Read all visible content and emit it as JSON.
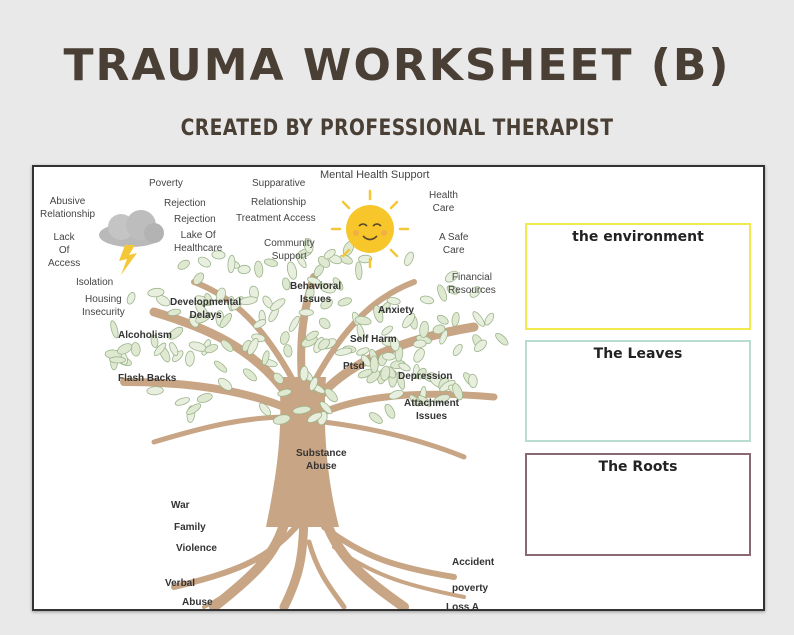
{
  "title": "TRAUMA WORKSHEET (B)",
  "subtitle": "CREATED BY PROFESSIONAL THERAPIST",
  "environment_words": {
    "abusive_relationship": "Abusive\nRelationship",
    "lack_of_access": "Lack\nOf\nAccess",
    "poverty": "Poverty",
    "rejection1": "Rejection",
    "rejection2": "Rejection",
    "lake_of_healthcare": "Lake Of\nHealthcare",
    "supparative": "Supparative",
    "relationship": "Relationship",
    "treatment_access": "Treatment Access",
    "mental_health_support": "Mental Health Support",
    "health_care": "Health\nCare",
    "community_support": "Community\nSupport",
    "a_safe_care": "A Safe\nCare",
    "isolation": "Isolation",
    "housing_insecurity": "Housing\nInsecurity",
    "financial_resources": "Financial\nResources"
  },
  "leaf_words": {
    "developmental_delays": "Developmental\nDelays",
    "behavioral_issues": "Behavioral\nIssues",
    "anxiety": "Anxiety",
    "alcoholism": "Alcoholism",
    "self_harm": "Self Harm",
    "ptsd": "Ptsd",
    "flash_backs": "Flash Backs",
    "depression": "Depression",
    "attachment_issues": "Attachment\nIssues",
    "substance_abuse": "Substance\nAbuse"
  },
  "root_words": {
    "war": "War",
    "family": "Family",
    "violence": "Violence",
    "verbal": "Verbal",
    "abuse": "Abuse",
    "accident": "Accident",
    "poverty": "poverty",
    "loss_a": "Loss A"
  },
  "boxes": {
    "environment": {
      "label": "the environment",
      "color": "#f2e94e"
    },
    "leaves": {
      "label": "The Leaves",
      "color": "#b8ddd0"
    },
    "roots": {
      "label": "The Roots",
      "color": "#8a6a72"
    }
  },
  "icons": [
    "storm-cloud-icon",
    "smiling-sun-icon",
    "tree-illustration"
  ]
}
